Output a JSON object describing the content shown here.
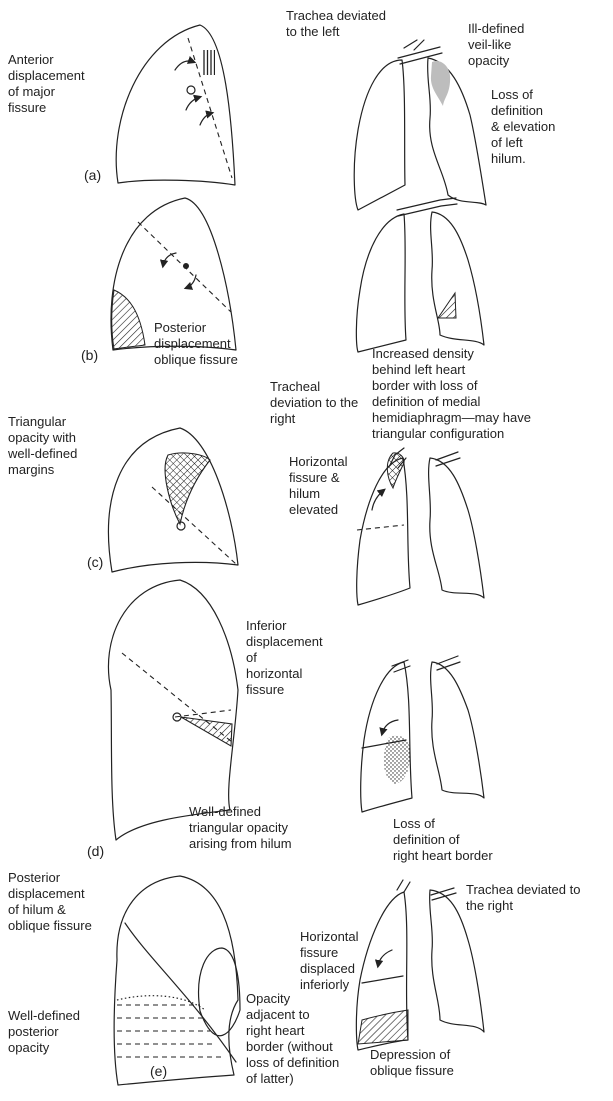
{
  "panels": [
    {
      "label": "(a)",
      "left_text": [
        "Anterior",
        "displacement",
        "of major",
        "fissure"
      ],
      "right_top_text": [
        "Trachea deviated",
        "to the left"
      ],
      "right_text": [
        "Ill-defined",
        "veil-like",
        "opacity"
      ],
      "right_text2": [
        "Loss of",
        "definition",
        "& elevation",
        "of left",
        "hilum."
      ]
    },
    {
      "label": "(b)",
      "left_text": [
        "Posterior",
        "displacement",
        "oblique fissure"
      ],
      "right_text": [
        "Increased density",
        "behind left heart",
        "border with loss of",
        "definition of medial",
        "hemidiaphragm—may have",
        "triangular configuration"
      ]
    },
    {
      "label": "(c)",
      "left_text": [
        "Triangular",
        "opacity with",
        "well-defined",
        "margins"
      ],
      "right_top_text": [
        "Tracheal",
        "deviation to the",
        "right"
      ],
      "right_text": [
        "Horizontal",
        "fissure &",
        "hilum",
        "elevated"
      ]
    },
    {
      "label": "(d)",
      "left_text": [
        "Inferior",
        "displacement",
        "of",
        "horizontal",
        "fissure"
      ],
      "left_text2": [
        "Well-defined",
        "triangular opacity",
        "arising from hilum"
      ],
      "right_text": [
        "Loss of",
        "definition of",
        "right heart border"
      ]
    },
    {
      "label": "(e)",
      "left_text": [
        "Posterior",
        "displacement",
        "of hilum &",
        "oblique fissure"
      ],
      "left_text2": [
        "Well-defined",
        "posterior",
        "opacity"
      ],
      "mid_text": [
        "Opacity",
        "adjacent to",
        "right heart",
        "border (without",
        "loss of definition",
        "of latter)"
      ],
      "right_text": [
        "Horizontal",
        "fissure",
        "displaced",
        "inferiorly"
      ],
      "right_top_text": [
        "Trachea deviated to",
        "the right"
      ],
      "right_text2": [
        "Depression of",
        "oblique fissure"
      ]
    }
  ]
}
